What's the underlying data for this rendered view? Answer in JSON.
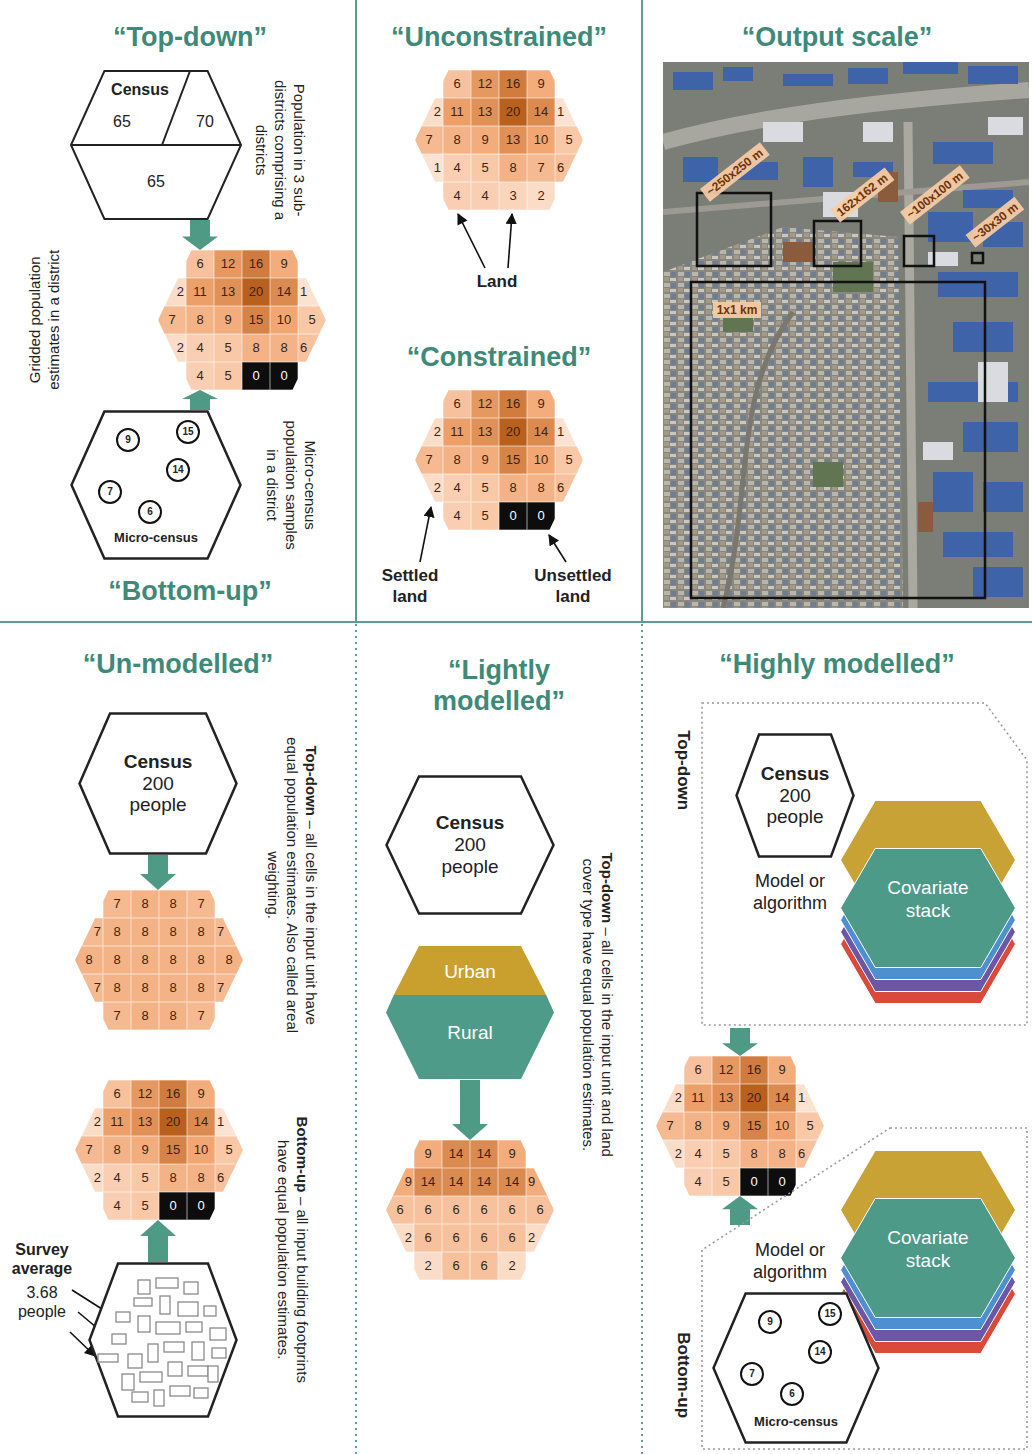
{
  "diagram": {
    "nodes": [
      {
        "text": [
          "Census",
          "65",
          "70",
          "65"
        ]
      },
      {
        "text": [
          "6",
          "12",
          "16",
          "9",
          "2",
          "11",
          "13",
          "20",
          "14",
          "1",
          "7",
          "8",
          "9",
          "15",
          "10",
          "5",
          "2",
          "4",
          "5",
          "8",
          "8",
          "6",
          "4",
          "5",
          "0",
          "0"
        ]
      },
      {
        "text": [
          "Micro-census"
        ]
      },
      {
        "text": [
          "9"
        ],
        "in": 2
      },
      {
        "text": [
          "15"
        ],
        "in": 2
      },
      {
        "text": [
          "14"
        ],
        "in": 2
      },
      {
        "text": [
          "7"
        ],
        "in": 2
      },
      {
        "text": [
          "6"
        ],
        "in": 2
      },
      {
        "text": [
          "6",
          "12",
          "16",
          "9",
          "2",
          "11",
          "13",
          "20",
          "14",
          "1",
          "7",
          "8",
          "9",
          "13",
          "10",
          "5",
          "1",
          "4",
          "5",
          "8",
          "7",
          "6",
          "4",
          "4",
          "3",
          "2"
        ]
      },
      {
        "text": [
          "6",
          "12",
          "16",
          "9",
          "2",
          "11",
          "13",
          "20",
          "14",
          "1",
          "7",
          "8",
          "9",
          "15",
          "10",
          "5",
          "2",
          "4",
          "5",
          "8",
          "8",
          "6",
          "4",
          "5",
          "0",
          "0"
        ]
      },
      {
        "text": [
          "Census",
          "200 people"
        ]
      },
      {
        "text": [
          "7",
          "8",
          "8",
          "7",
          "7",
          "8",
          "8",
          "8",
          "8",
          "7",
          "8",
          "8",
          "8",
          "8",
          "8",
          "8",
          "7",
          "8",
          "8",
          "8",
          "8",
          "7",
          "7",
          "8",
          "8",
          "7"
        ]
      },
      {
        "text": [
          "6",
          "12",
          "16",
          "9",
          "2",
          "11",
          "13",
          "20",
          "14",
          "1",
          "7",
          "8",
          "9",
          "15",
          "10",
          "5",
          "2",
          "4",
          "5",
          "8",
          "8",
          "6",
          "4",
          "5",
          "0",
          "0"
        ]
      },
      {
        "text": [
          "Survey average",
          "3.68 people"
        ]
      },
      {
        "text": [
          "Census",
          "200 people"
        ]
      },
      {
        "text": [
          "Urban"
        ]
      },
      {
        "text": [
          "Rural"
        ]
      },
      {
        "text": [
          "9",
          "14",
          "14",
          "9",
          "9",
          "14",
          "14",
          "14",
          "14",
          "9",
          "6",
          "6",
          "6",
          "6",
          "6",
          "6",
          "2",
          "6",
          "6",
          "6",
          "6",
          "2",
          "2",
          "6",
          "6",
          "2"
        ]
      },
      {
        "text": [
          "Top-down",
          "Model or algorithm"
        ]
      },
      {
        "text": [
          "Census",
          "200 people"
        ],
        "in": 18
      },
      {
        "text": [
          "Covariate stack"
        ],
        "in": 18
      },
      {
        "text": [
          "6",
          "12",
          "16",
          "9",
          "2",
          "11",
          "13",
          "20",
          "14",
          "1",
          "7",
          "8",
          "9",
          "15",
          "10",
          "5",
          "2",
          "4",
          "5",
          "8",
          "8",
          "6",
          "4",
          "5",
          "0",
          "0"
        ]
      },
      {
        "text": [
          "Bottom-up",
          "Model or algorithm"
        ]
      },
      {
        "text": [
          "Covariate stack"
        ],
        "in": 22
      },
      {
        "text": [
          "Micro-census"
        ],
        "in": 22
      },
      {
        "text": [
          "9"
        ],
        "in": 24
      },
      {
        "text": [
          "15"
        ],
        "in": 24
      },
      {
        "text": [
          "14"
        ],
        "in": 24
      },
      {
        "text": [
          "7"
        ],
        "in": 24
      },
      {
        "text": [
          "6"
        ],
        "in": 24
      }
    ],
    "edges": [
      {
        "from": 0,
        "to": 1,
        "arrow": "to"
      },
      {
        "from": 2,
        "to": 1,
        "arrow": "to"
      },
      {
        "from": 10,
        "to": 11,
        "arrow": "to"
      },
      {
        "from": 13,
        "to": 12,
        "arrow": "to"
      },
      {
        "from": 16,
        "to": 17,
        "arrow": "to"
      },
      {
        "from": 18,
        "to": 21,
        "arrow": "to"
      },
      {
        "from": 22,
        "to": 21,
        "arrow": "to"
      }
    ],
    "labels": [
      "“Top-down”",
      "Population in 3 sub-districts comprising a districts",
      "Gridded population estimates in a district",
      "Micro-census population samples in a district",
      "“Bottom-up”",
      "“Unconstrained”",
      "Land",
      "“Constrained”",
      "Settled land",
      "Unsettled land",
      "“Output scale”",
      "~250x250 m",
      "162x162 m",
      "~100x100 m",
      "~30x30 m",
      "1x1 km",
      "“Un-modelled”",
      "Top-down",
      "– all cells in the input unit have equal population estimates. Also called areal weighting.",
      "Bottom-up",
      "– all input building footprints have equal population estimates.",
      "“Lightly modelled”",
      "Top-down",
      "– all cells in the input unit and land cover type have equal population estimates.",
      "“Highly modelled”"
    ]
  }
}
